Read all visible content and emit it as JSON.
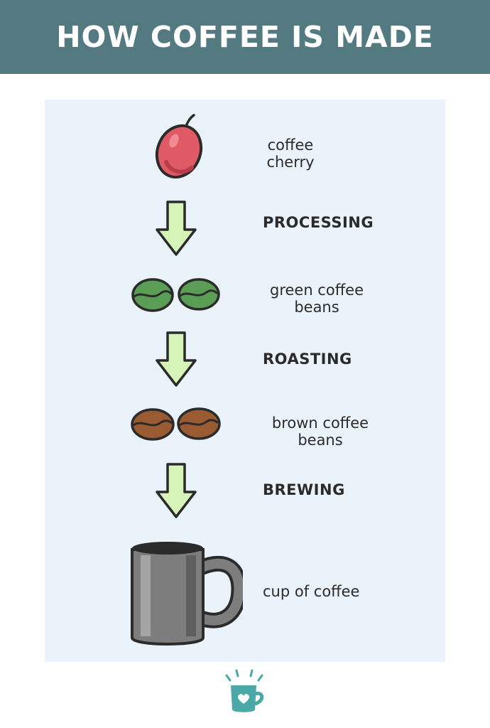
{
  "title": "HOW COFFEE IS MADE",
  "colors": {
    "header_bg": "#537a80",
    "panel_bg": "#ebf3fa",
    "arrow_fill": "#d6f3b8",
    "cherry": "#e05a66",
    "green_bean": "#5a9e55",
    "brown_bean": "#9a5a32",
    "mug": "#7d7d7d",
    "logo": "#4aa8a6"
  },
  "stages": [
    {
      "label_line1": "coffee",
      "label_line2": "cherry",
      "icon": "coffee-cherry-icon"
    },
    {
      "label_line1": "green coffee",
      "label_line2": "beans",
      "icon": "green-beans-icon"
    },
    {
      "label_line1": "brown coffee",
      "label_line2": "beans",
      "icon": "brown-beans-icon"
    },
    {
      "label_line1": "cup of coffee",
      "icon": "coffee-mug-icon"
    }
  ],
  "steps": [
    "PROCESSING",
    "ROASTING",
    "BREWING"
  ],
  "logo": {
    "icon": "heart-mug-logo-icon"
  }
}
